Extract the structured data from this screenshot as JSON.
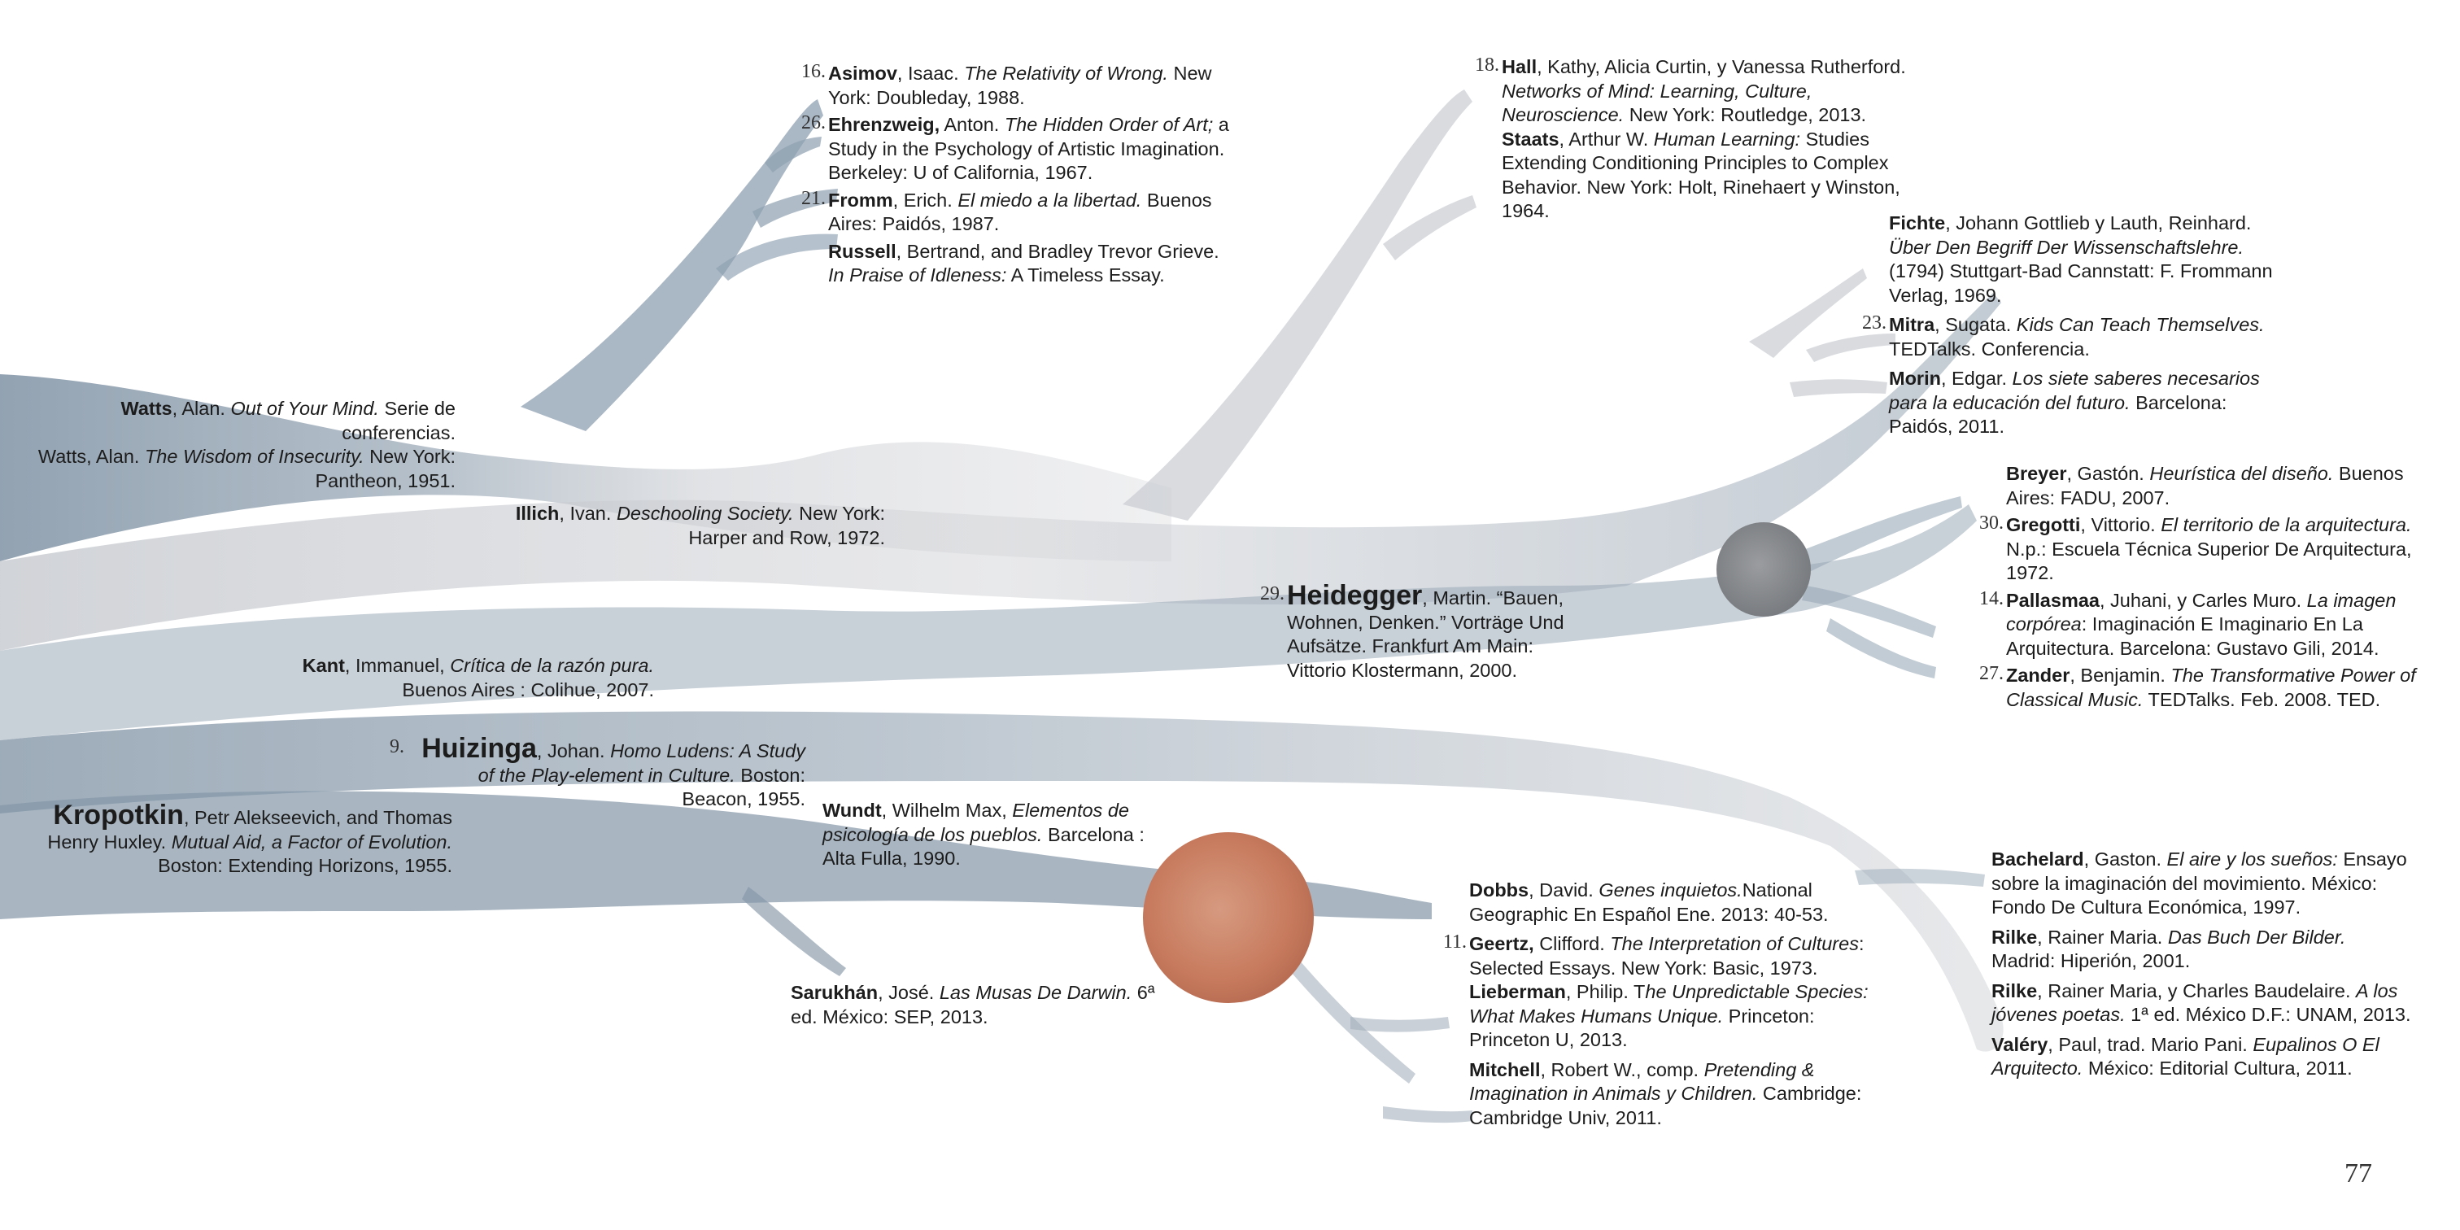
{
  "page_number": "77",
  "colors": {
    "branch_blue": "#8e9fae",
    "branch_pale": "#c9ccd1",
    "node_terracotta": "#c97a5e",
    "node_grey": "#8a8d90"
  },
  "refs": {
    "watts": {
      "a1": "Watts",
      "a1_rest": ", Alan. ",
      "a1_title": "Out of Your Mind.",
      "a1_tail": " Serie de conferencias.",
      "a2_text": "Watts, Alan. ",
      "a2_title": "The Wisdom of Insecurity.",
      "a2_tail": " New York: Pantheon, 1951."
    },
    "illich": {
      "author": "Illich",
      "pre": ", Ivan. ",
      "title": "Deschooling Society.",
      "tail": " New York: Harper and Row, 1972."
    },
    "kant": {
      "author": "Kant",
      "pre": ", Immanuel, ",
      "title": "Crítica de la razón pura.",
      "tail": " Buenos Aires :  Colihue, 2007."
    },
    "huizinga": {
      "num": "9.",
      "author": "Huizinga",
      "pre": ", Johan. ",
      "title": "Homo Ludens: A Study of the Play-element in Culture.",
      "tail": " Boston: Beacon, 1955."
    },
    "kropotkin": {
      "author": "Kropotkin",
      "pre": ", Petr Alekseevich, and Thomas Henry Huxley. ",
      "title": "Mutual Aid, a Factor of Evolution.",
      "tail": " Boston: Extending Horizons, 1955."
    },
    "wundt": {
      "author": "Wundt",
      "pre": ", Wilhelm Max, ",
      "title": "Elementos de psicología de los pueblos.",
      "tail": " Barcelona : Alta Fulla, 1990."
    },
    "sarukhan": {
      "author": "Sarukhán",
      "pre": ", José. ",
      "title": "Las Musas De Darwin.",
      "tail": " 6ª ed. México: SEP, 2013."
    },
    "asimov": {
      "num": "16.",
      "author": "Asimov",
      "pre": ", Isaac. ",
      "title": "The Relativity of Wrong.",
      "tail": " New York: Doubleday, 1988."
    },
    "ehrenzweig": {
      "num": "26.",
      "author": "Ehrenzweig,",
      "pre": " Anton. ",
      "title": "The Hidden Order of Art;",
      "tail": " a Study in the Psychology of Artistic Imagination. Berkeley: U of California, 1967."
    },
    "fromm": {
      "num": "21.",
      "author": "Fromm",
      "pre": ", Erich. ",
      "title": "El miedo a la libertad.",
      "tail": " Buenos Aires: Paidós, 1987."
    },
    "russell": {
      "author": "Russell",
      "pre": ", Bertrand, and Bradley Trevor Grieve. ",
      "title": "In Praise of Idleness:",
      "tail": " A Timeless Essay."
    },
    "hall": {
      "num": "18.",
      "author": "Hall",
      "pre": ", Kathy, Alicia Curtin, y Vanessa Rutherford. ",
      "title": "Networks of Mind: Learning, Culture, Neuroscience.",
      "tail": " New York: Routledge, 2013."
    },
    "staats": {
      "author": "Staats",
      "pre": ", Arthur W. ",
      "title": "Human Learning:",
      "tail": " Studies Extending Conditioning Principles to Complex Behavior. New York: Holt, Rinehaert y Winston, 1964."
    },
    "fichte": {
      "author": "Fichte",
      "pre": ", Johann Gottlieb y Lauth, Reinhard. ",
      "title": "Über Den Begriff Der Wissenschaftslehre.",
      "tail": " (1794) Stuttgart-Bad Cannstatt: F. Frommann Verlag, 1969."
    },
    "mitra": {
      "num": "23.",
      "author": "Mitra",
      "pre": ", Sugata. ",
      "title": "Kids Can Teach Themselves.",
      "tail": " TEDTalks. Conferencia."
    },
    "morin": {
      "author": "Morin",
      "pre": ", Edgar. ",
      "title": "Los siete saberes necesarios para la educación del futuro.",
      "tail": " Barcelona: Paidós, 2011."
    },
    "heidegger": {
      "num": "29.",
      "author": "Heidegger",
      "pre": ", Martin. “Bauen, Wohnen, Denken.” Vorträge Und Aufsätze. Frankfurt Am Main: Vittorio Klostermann, 2000."
    },
    "breyer": {
      "author": "Breyer",
      "pre": ", Gastón. ",
      "title": "Heurística del diseño.",
      "tail": " Buenos Aires: FADU, 2007."
    },
    "gregotti": {
      "num": "30.",
      "author": "Gregotti",
      "pre": ", Vittorio. ",
      "title": "El territorio de la arquitectura.",
      "tail": " N.p.: Escuela Técnica Superior De Arquitectura, 1972."
    },
    "pallasmaa": {
      "num": "14.",
      "author": "Pallasmaa",
      "pre": ", Juhani, y Carles Muro. ",
      "title": "La imagen corpórea",
      "tail": ": Imaginación E Imaginario En La Arquitectura. Barcelona: Gustavo Gili, 2014."
    },
    "zander": {
      "num": "27.",
      "author": "Zander",
      "pre": ", Benjamin. ",
      "title": "The Transformative Power of Classical Music.",
      "tail": " TEDTalks. Feb. 2008. TED."
    },
    "dobbs": {
      "author": "Dobbs",
      "pre": ", David. ",
      "title": "Genes inquietos.",
      "tail": "National Geographic En Español Ene. 2013: 40-53."
    },
    "geertz": {
      "num": "11.",
      "author": "Geertz,",
      "pre": " Clifford. ",
      "title": "The Interpretation of Cultures",
      "tail": ": Selected Essays. New York: Basic, 1973."
    },
    "lieberman": {
      "author": "Lieberman",
      "pre": ", Philip. T",
      "title": "he Unpredictable Species: What Makes Humans Unique.",
      "tail": " Princeton: Princeton U, 2013."
    },
    "mitchell": {
      "author": "Mitchell",
      "pre": ", Robert W., comp. ",
      "title": "Pretending & Imagination in Animals y Children.",
      "tail": " Cambridge: Cambridge Univ, 2011."
    },
    "bachelard": {
      "author": "Bachelard",
      "pre": ", Gaston. ",
      "title": "El aire y los sueños:",
      "tail": " Ensayo sobre la imaginación del movimiento. México: Fondo De Cultura Económica, 1997."
    },
    "rilke1": {
      "author": "Rilke",
      "pre": ", Rainer Maria. ",
      "title": "Das Buch Der Bilder.",
      "tail": " Madrid: Hiperión, 2001."
    },
    "rilke2": {
      "author": "Rilke",
      "pre": ", Rainer Maria, y Charles Baudelaire. ",
      "title": "A los jóvenes poetas.",
      "tail": " 1ª ed. México D.F.: UNAM, 2013."
    },
    "valery": {
      "author": "Valéry",
      "pre": ", Paul, trad. Mario Pani. ",
      "title": "Eupalinos O El Arquitecto.",
      "tail": " México: Editorial Cultura, 2011."
    }
  }
}
